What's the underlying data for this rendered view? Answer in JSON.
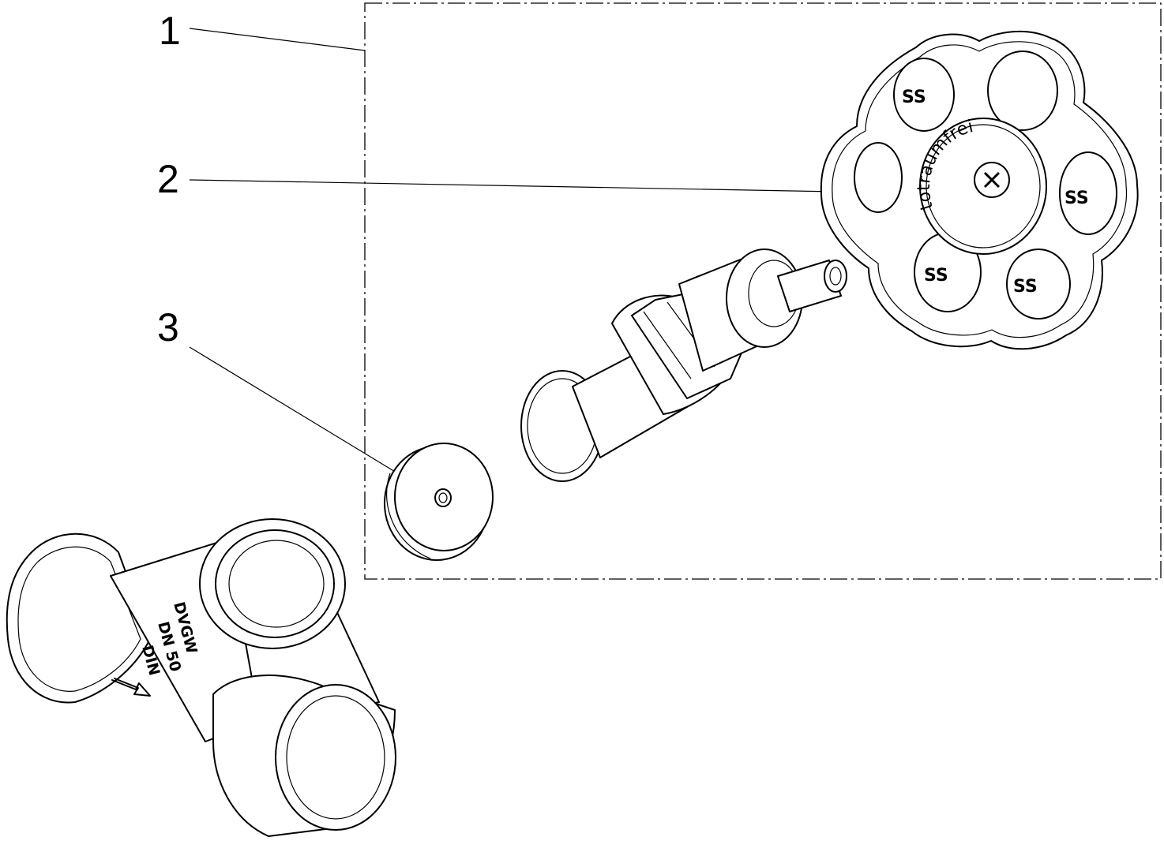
{
  "callouts": [
    {
      "label": "1"
    },
    {
      "label": "2"
    },
    {
      "label": "3"
    }
  ],
  "handwheel": {
    "hub_text": "totraumfrei",
    "logo_marks": [
      "SS",
      "SS",
      "SS",
      "SS"
    ]
  },
  "valve_body": {
    "markings": [
      "DIN",
      "DN 50",
      "DVGW"
    ]
  },
  "icons": {
    "handwheel": "handwheel-icon",
    "spindle": "spindle-assembly-icon",
    "washer": "washer-icon",
    "valve_body": "valve-body-icon"
  }
}
